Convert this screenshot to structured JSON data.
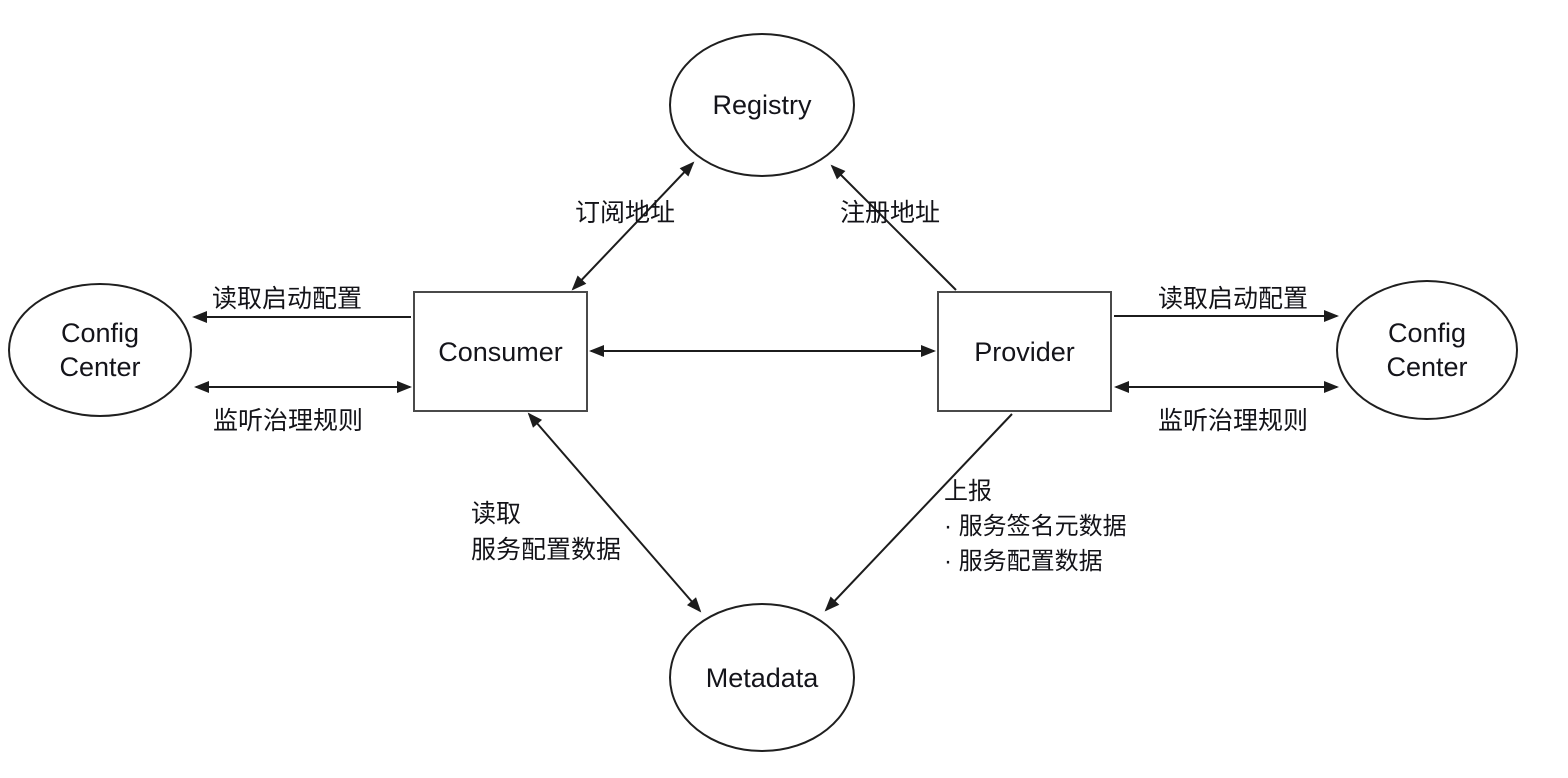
{
  "colors": {
    "background": "#ffffff",
    "line": "#1c1c1c",
    "text": "#161616"
  },
  "nodes": {
    "registry": {
      "label": "Registry",
      "shape": "ellipse"
    },
    "consumer": {
      "label": "Consumer",
      "shape": "rect"
    },
    "provider": {
      "label": "Provider",
      "shape": "rect"
    },
    "config_center_left": {
      "line1": "Config",
      "line2": "Center",
      "shape": "ellipse"
    },
    "config_center_right": {
      "line1": "Config",
      "line2": "Center",
      "shape": "ellipse"
    },
    "metadata": {
      "label": "Metadata",
      "shape": "ellipse"
    }
  },
  "edges": {
    "subscribe": {
      "label": "订阅地址",
      "from": "Consumer",
      "to": "Registry",
      "direction": "both"
    },
    "register": {
      "label": "注册地址",
      "from": "Provider",
      "to": "Registry",
      "direction": "one-way"
    },
    "invoke": {
      "from": "Consumer",
      "to": "Provider",
      "direction": "both"
    },
    "read_startup_left": {
      "label": "读取启动配置",
      "from": "Consumer",
      "to": "Config Center",
      "direction": "one-way"
    },
    "listen_rules_left": {
      "label": "监听治理规则",
      "from": "Consumer",
      "to": "Config Center",
      "direction": "both"
    },
    "read_startup_right": {
      "label": "读取启动配置",
      "from": "Provider",
      "to": "Config Center",
      "direction": "one-way"
    },
    "listen_rules_right": {
      "label": "监听治理规则",
      "from": "Provider",
      "to": "Config Center",
      "direction": "both"
    },
    "read_service_config": {
      "line1": "读取",
      "line2": "服务配置数据",
      "from": "Consumer",
      "to": "Metadata",
      "direction": "both"
    },
    "report_metadata": {
      "line1": "上报",
      "line2": "· 服务签名元数据",
      "line3": "· 服务配置数据",
      "from": "Provider",
      "to": "Metadata",
      "direction": "one-way"
    }
  }
}
